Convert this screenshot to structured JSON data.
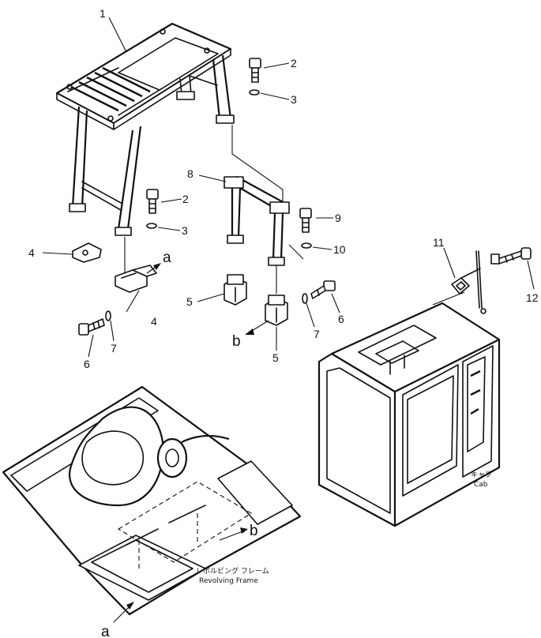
{
  "callouts": {
    "p1": "1",
    "p2a": "2",
    "p2b": "2",
    "p3a": "3",
    "p3b": "3",
    "p4a": "4",
    "p4b": "4",
    "p5a": "5",
    "p5b": "5",
    "p6a": "6",
    "p6b": "6",
    "p7a": "7",
    "p7b": "7",
    "p8": "8",
    "p9": "9",
    "p10": "10",
    "p11": "11",
    "p12": "12"
  },
  "references": {
    "a_top": "a",
    "b_top": "b",
    "a_bottom": "a",
    "b_bottom": "b"
  },
  "captions": {
    "cab_jp": "キャブ",
    "cab_en": "Cab",
    "frame_jp": "レボルビング フレーム",
    "frame_en": "Revolving Frame"
  }
}
